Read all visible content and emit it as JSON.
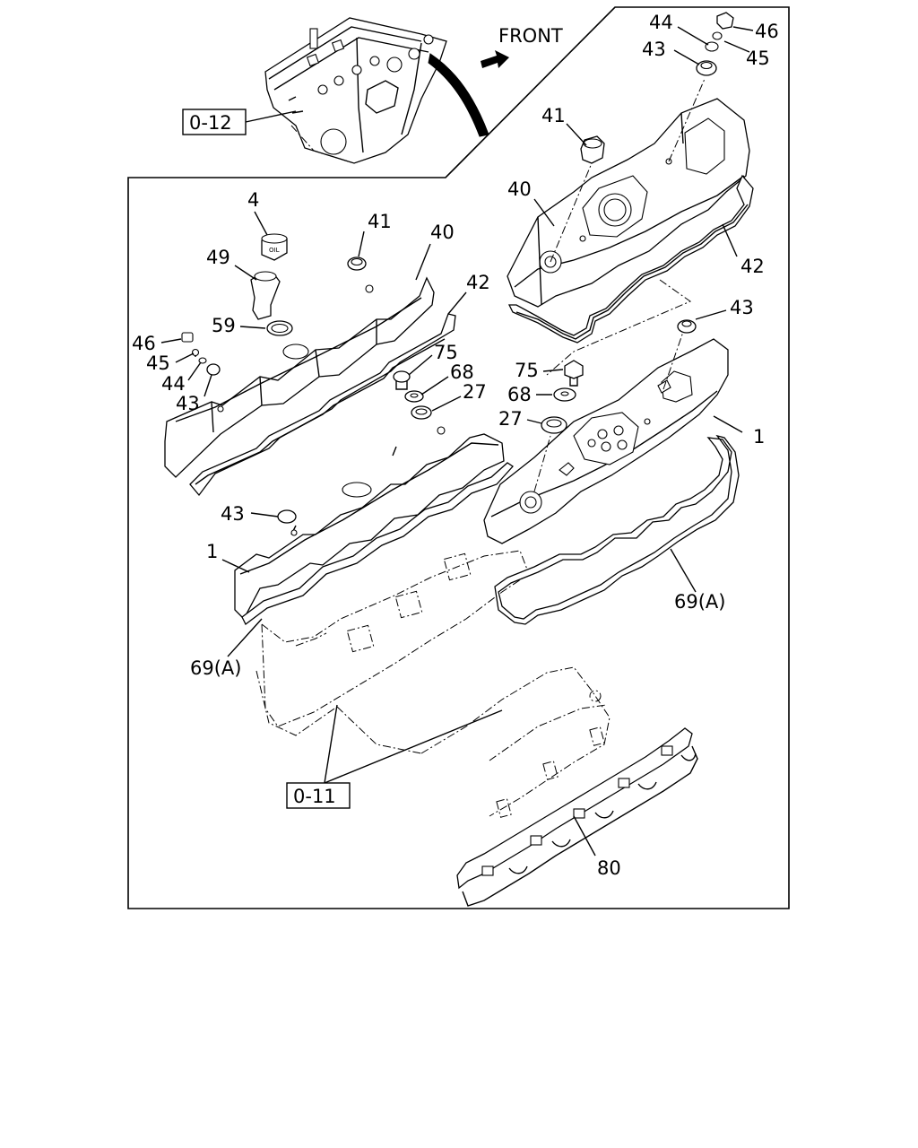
{
  "diagram": {
    "direction_label": "FRONT",
    "ref_boxes": {
      "engine": "0-12",
      "cylinder_head": "0-11"
    },
    "callouts": {
      "p4": "4",
      "p49": "49",
      "p59": "59",
      "p41_l": "41",
      "p40_l": "40",
      "p42_l": "42",
      "p46_l": "46",
      "p45_l": "45",
      "p44_l": "44",
      "p43_l": "43",
      "p75_l": "75",
      "p68_l": "68",
      "p27_l": "27",
      "p43_lb": "43",
      "p1_l": "1",
      "p69_l": "69(A)",
      "p44_r": "44",
      "p46_r": "46",
      "p43_rt": "43",
      "p45_r": "45",
      "p41_r": "41",
      "p40_r": "40",
      "p42_r": "42",
      "p43_r": "43",
      "p75_r": "75",
      "p68_r": "68",
      "p27_r": "27",
      "p1_r": "1",
      "p69_r": "69(A)",
      "p80": "80"
    }
  }
}
